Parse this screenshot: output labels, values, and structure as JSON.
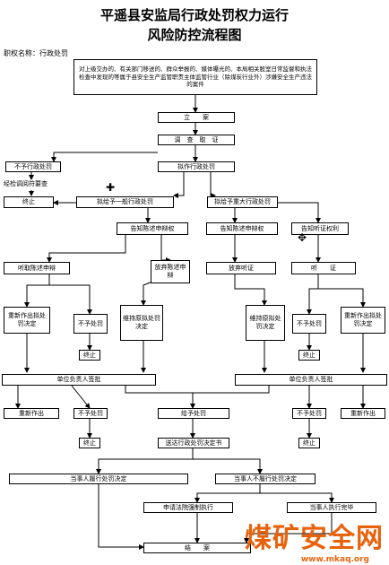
{
  "title_line1": "平遥县安监局行政处罚权力运行",
  "title_line2": "风险防控流程图",
  "authority": "职权名称：行政处罚",
  "nodes": {
    "source": "对上级交办的、有关部门移送的、群众举报的、媒体曝光的、本局相关股室日常监督和执法检查中发现的等属于县安全生产监管职责主体监管行业（除煤炭行业外）涉嫌安全生产违法的案件",
    "register": "立　　案",
    "investigate": "调　查　取　证",
    "no_penalty": "不予行政处罚",
    "propose": "拟作行政处罚",
    "sign_review": "经检调阅符要查",
    "end": "终止",
    "general": "拟给予一般行政处罚",
    "major": "拟给予重大行政处罚",
    "notify1": "告知陈述申辩权",
    "notify2": "告知陈述申辩权",
    "hearing_right": "告知听证权利",
    "hear_defense": "听取陈述申辩",
    "waive_defense": "放弃陈述申辩",
    "waive_hearing": "放弃听证",
    "hearing": "听　　证",
    "redo_decision": "重新作出拟处罚决定",
    "no_punish": "不予处罚",
    "keep": "维持原拟处罚决定",
    "unit_head1": "单位负责人签批",
    "unit_head2": "单位负责人签批",
    "redo": "重新作出",
    "no_punish2": "不予处罚",
    "give_punish": "给予处罚",
    "deliver": "送达行政处罚决定书",
    "party_exec": "当事人履行处罚决定",
    "party_not_exec": "当事人不履行处罚决定",
    "apply_court": "申请法院强制执行",
    "party_done": "当事人执行完毕",
    "close": "结　　案"
  },
  "watermark": "煤矿安全网",
  "watermark_url": "www.mkaq.org",
  "colors": {
    "watermark": "#e8620c",
    "line": "#000000"
  }
}
